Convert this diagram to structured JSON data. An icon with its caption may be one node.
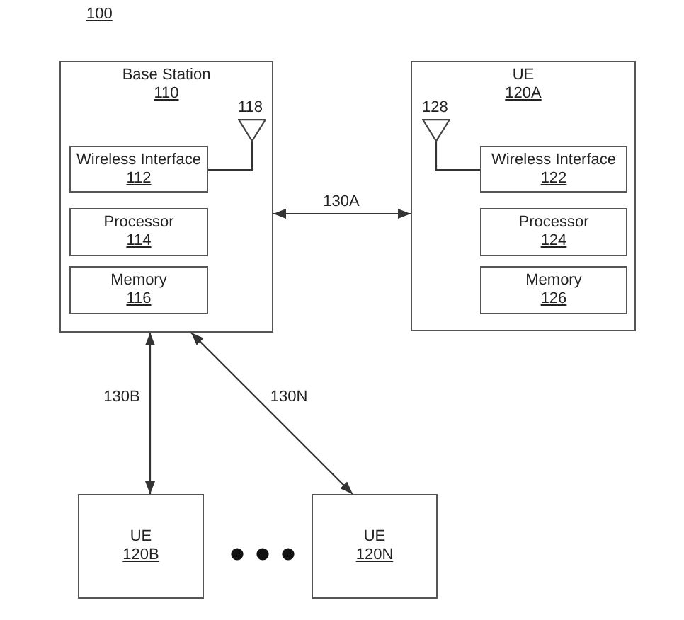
{
  "diagram": {
    "nodes": [
      {
        "text": [
          "Base Station",
          "110"
        ]
      },
      {
        "text": [],
        "shape": "triangle",
        "in": 0,
        "beside": [
          "118"
        ]
      },
      {
        "text": [
          "Wireless Interface",
          "112"
        ],
        "in": 0
      },
      {
        "text": [
          "Processor",
          "114"
        ],
        "in": 0
      },
      {
        "text": [
          "Memory",
          "116"
        ],
        "in": 0
      },
      {
        "text": [
          "UE",
          "120A"
        ]
      },
      {
        "text": [],
        "shape": "triangle",
        "in": 5,
        "beside": [
          "128"
        ]
      },
      {
        "text": [
          "Wireless Interface",
          "122"
        ],
        "in": 5
      },
      {
        "text": [
          "Processor",
          "124"
        ],
        "in": 5
      },
      {
        "text": [
          "Memory",
          "126"
        ],
        "in": 5
      },
      {
        "text": [
          "UE",
          "120B"
        ]
      },
      {
        "text": [
          "UE",
          "120N"
        ]
      }
    ],
    "edges": [
      {
        "from": 2,
        "to": 1,
        "arrow": "none"
      },
      {
        "from": 7,
        "to": 6,
        "arrow": "none"
      },
      {
        "from": 0,
        "to": 5,
        "arrow": "both",
        "label": "130A"
      },
      {
        "from": 0,
        "to": 10,
        "arrow": "both",
        "label": "130B"
      },
      {
        "from": 0,
        "to": 11,
        "arrow": "both",
        "label": "130N"
      }
    ],
    "labels": [
      "100"
    ]
  }
}
